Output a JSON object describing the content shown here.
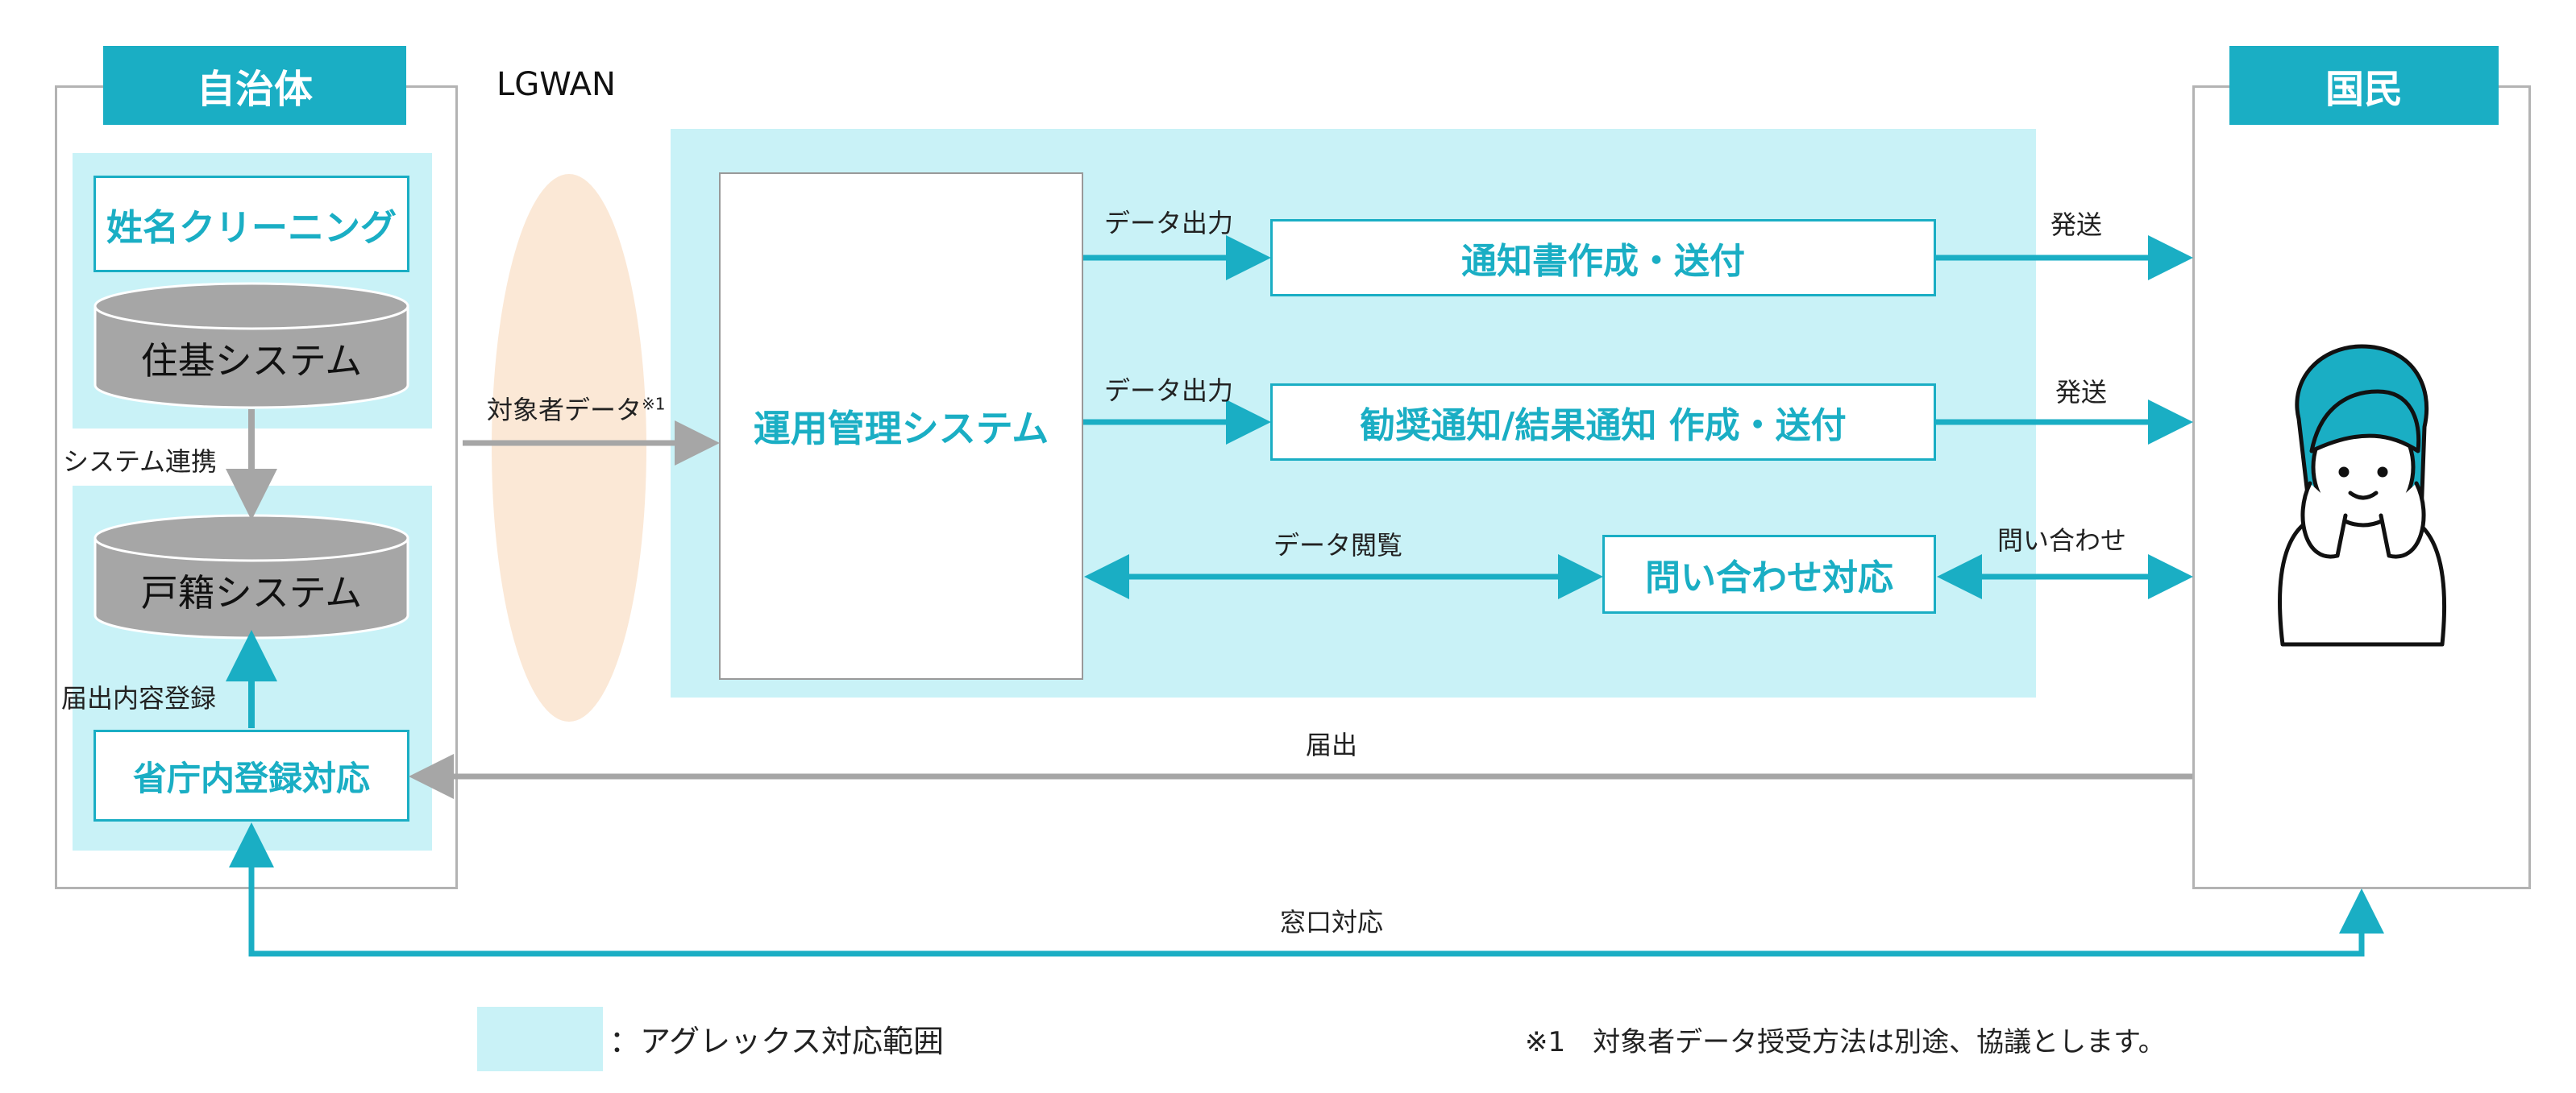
{
  "municipality": {
    "header": "自治体",
    "name_cleaning": "姓名クリーニング",
    "resident_system": "住基システム",
    "system_link_label": "システム連携",
    "family_register_system": "戸籍システム",
    "notification_register_label": "届出内容登録",
    "internal_registration": "省庁内登録対応"
  },
  "lgwan": {
    "label": "LGWAN"
  },
  "operations": {
    "system": "運用管理システム",
    "target_data_label": "対象者データ",
    "target_data_note_mark": "※1",
    "data_output_1": "データ出力",
    "notice_creation": "通知書作成・送付",
    "data_output_2": "データ出力",
    "recommendation_notice": "勧奨通知/結果通知 作成・送付",
    "data_view": "データ閲覧",
    "inquiry_support": "問い合わせ対応"
  },
  "citizen": {
    "header": "国民",
    "send_label_1": "発送",
    "send_label_2": "発送",
    "inquiry_label": "問い合わせ",
    "notification_label": "届出",
    "counter_label": "窓口対応"
  },
  "legend": {
    "scope_label": "：アグレックス対応範囲",
    "footnote": "※1　対象者データ授受方法は別途、協議とします。"
  },
  "colors": {
    "accent": "#1aaec4",
    "scope_fill": "#c9f2f7",
    "gray_arrow": "#a6a6a6",
    "lgwan_fill": "#fbe8d6",
    "database": "#a6a6a6"
  }
}
